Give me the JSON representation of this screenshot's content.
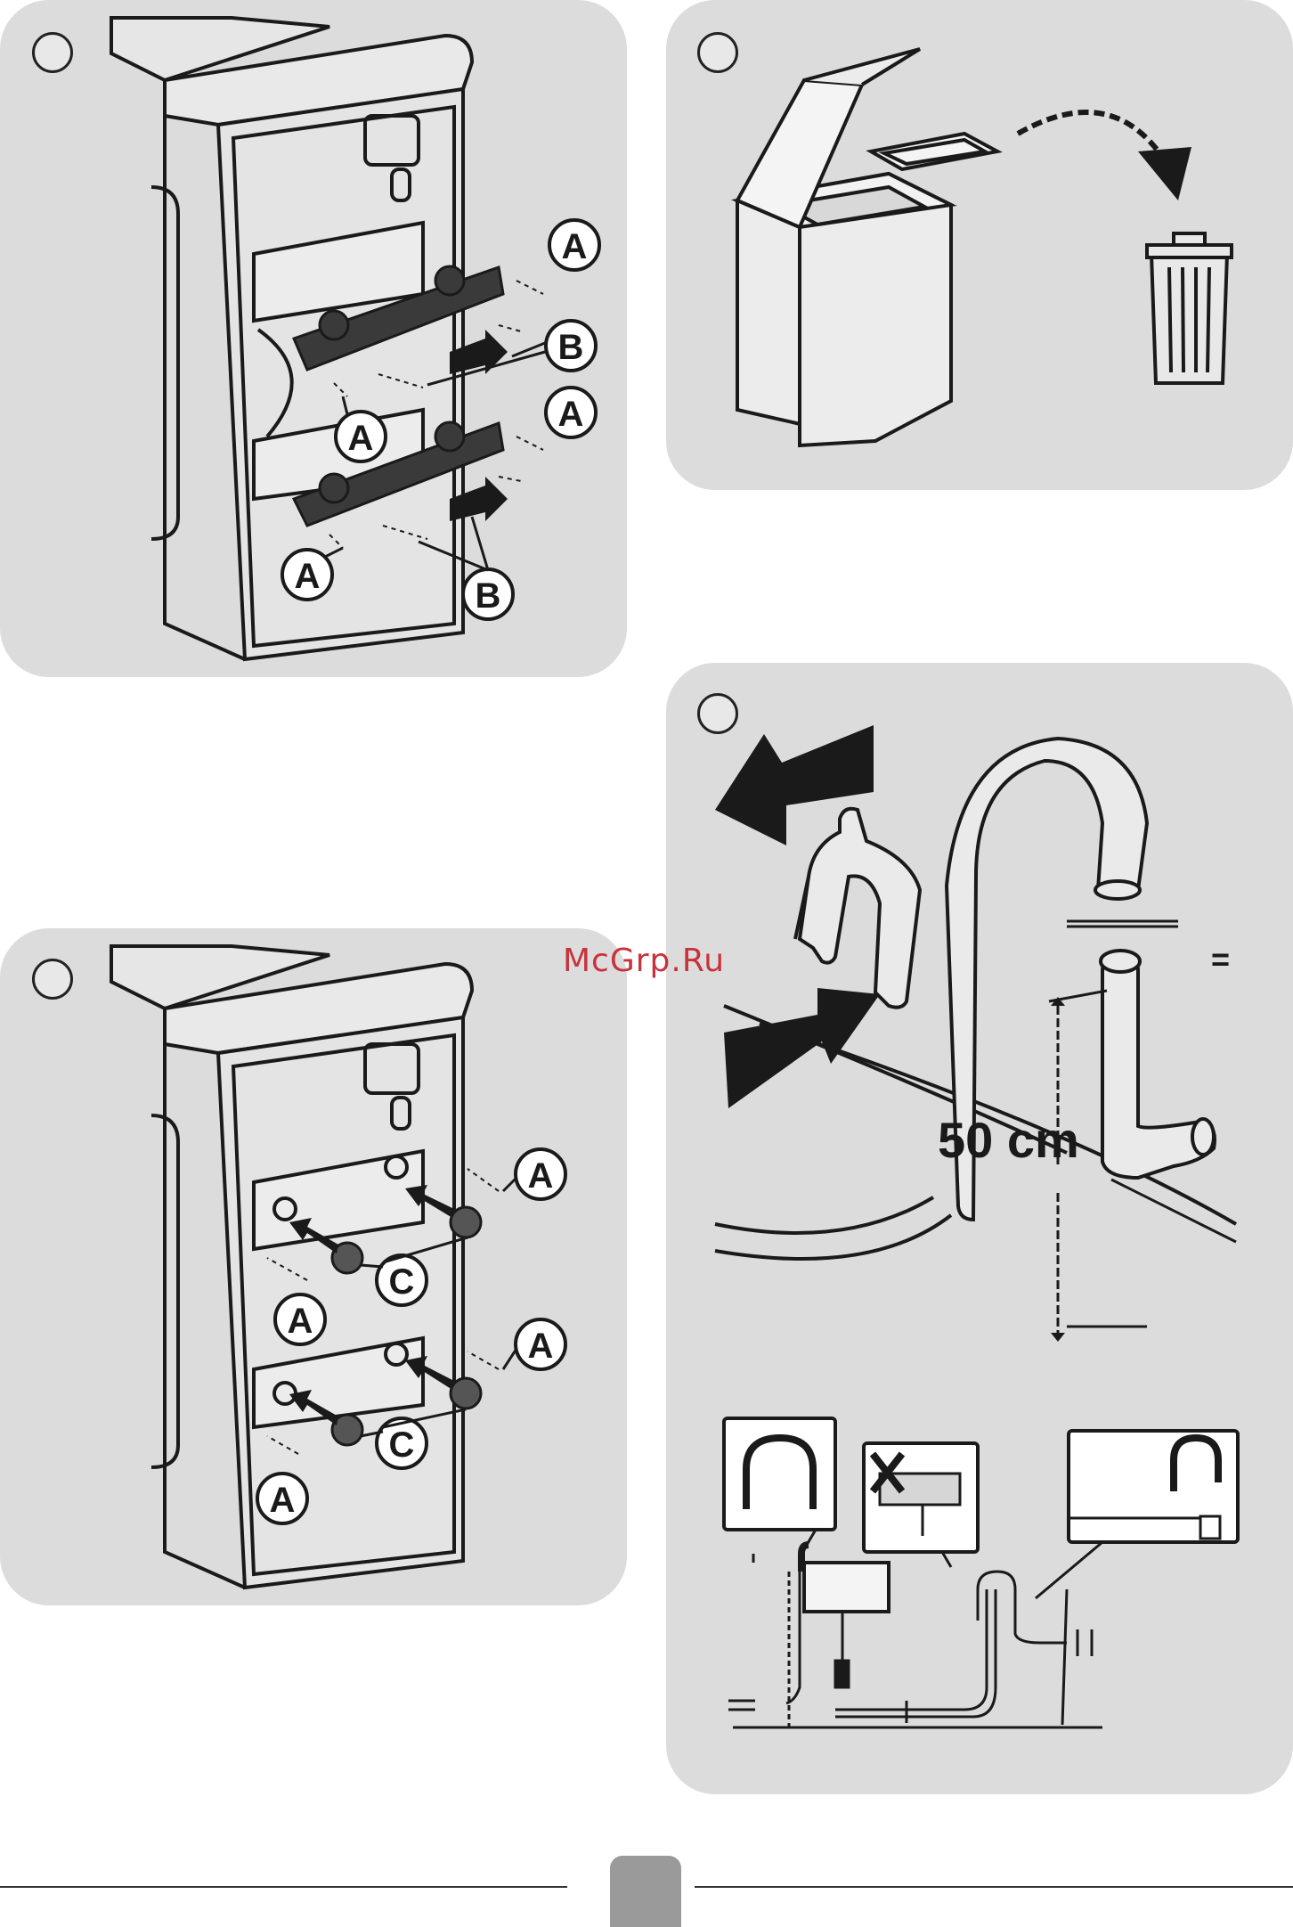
{
  "watermark": "McGrp.Ru",
  "panel1": {
    "labels": {
      "a": "A",
      "b": "B"
    }
  },
  "panel3": {
    "labels": {
      "a": "A",
      "c": "C"
    }
  },
  "panel4": {
    "measurement": "50 cm",
    "equal_sign": "="
  },
  "colors": {
    "panel_bg": "#dcdcdc",
    "ink": "#1a1a1a",
    "watermark": "#c8323c",
    "page_tab": "#9a9a9a"
  }
}
